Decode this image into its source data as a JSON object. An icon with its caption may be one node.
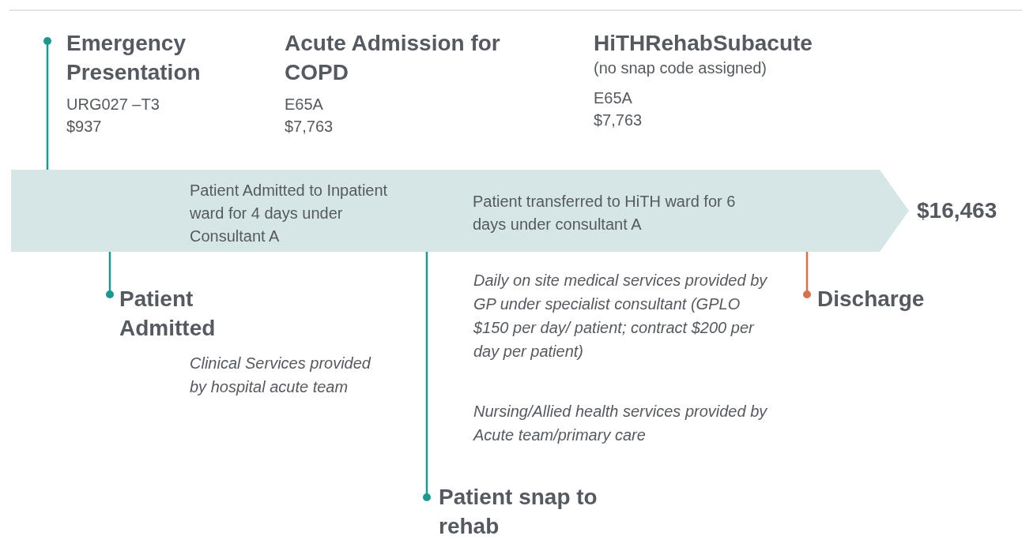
{
  "diagram": {
    "nodes": [
      {
        "text": [
          "Patient Admitted to Inpatient ward for 4 days under Consultant A",
          "Patient transferred to HiTH ward for 6 days under consultant A"
        ],
        "beside": [
          "$16,463"
        ]
      }
    ],
    "labels": [
      "Emergency Presentation",
      "URG027 –T3",
      "$937",
      "Acute Admission for COPD",
      "E65A",
      "$7,763",
      "HiTHRehabSubacute",
      "(no  snap code assigned)",
      "E65A",
      "$7,763",
      "Patient Admitted",
      "Clinical Services provided by hospital acute team",
      "Daily on site medical services provided by GP under specialist consultant (GPLO $150 per day/ patient; contract $200 per day per patient)",
      "Nursing/Allied health services provided by Acute team/primary care",
      "Discharge",
      "Patient snap to rehab"
    ]
  }
}
